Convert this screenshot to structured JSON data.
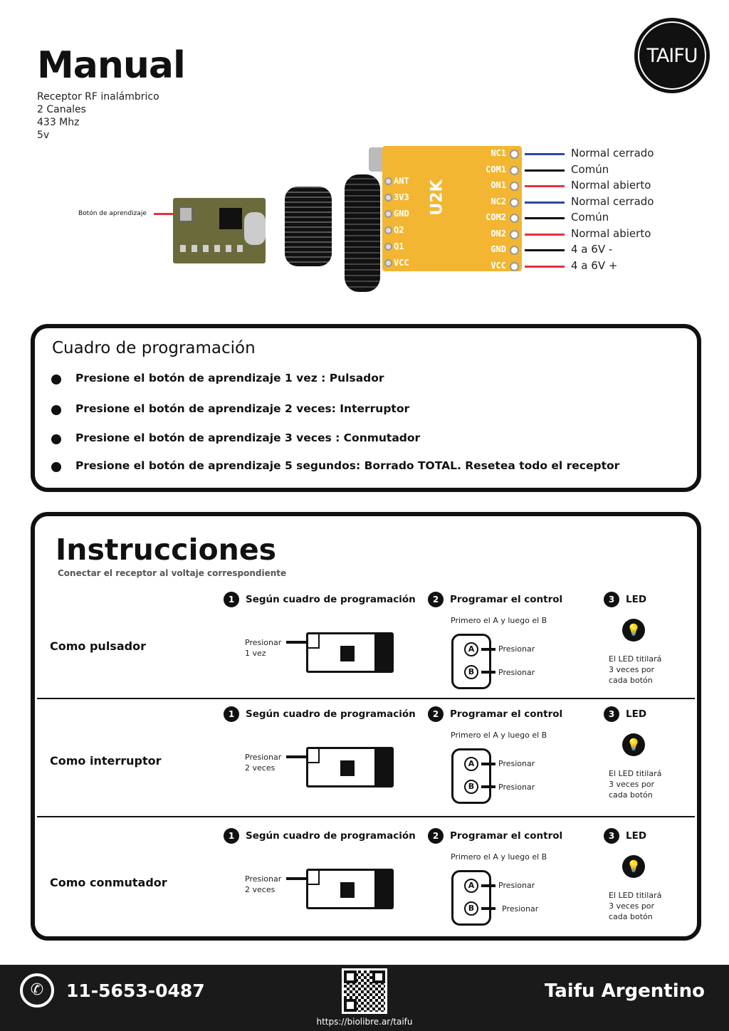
{
  "header": {
    "title": "Manual",
    "lines": [
      "Receptor RF inalámbrico",
      "2 Canales",
      "433 Mhz",
      "5v"
    ],
    "logo": "TAIFU"
  },
  "board": {
    "learn_button_label": "Botón de aprendizaje",
    "chip_label": "U2K",
    "left_pins": [
      "ANT",
      "3V3",
      "GND",
      "Q2",
      "Q1",
      "VCC"
    ],
    "right_pins": [
      {
        "pin": "NC1",
        "label": "Normal cerrado",
        "color": "#2b4aa0"
      },
      {
        "pin": "COM1",
        "label": "Común",
        "color": "#111111"
      },
      {
        "pin": "ON1",
        "label": "Normal abierto",
        "color": "#e8323c"
      },
      {
        "pin": "NC2",
        "label": "Normal cerrado",
        "color": "#2b4aa0"
      },
      {
        "pin": "COM2",
        "label": "Común",
        "color": "#111111"
      },
      {
        "pin": "ON2",
        "label": "Normal abierto",
        "color": "#e8323c"
      },
      {
        "pin": "GND",
        "label": "4 a 6V -",
        "color": "#111111"
      },
      {
        "pin": "VCC",
        "label": "4 a 6V +",
        "color": "#e8323c"
      }
    ]
  },
  "programming": {
    "title": "Cuadro de programación",
    "items": [
      "Presione el botón de aprendizaje 1 vez : Pulsador",
      "Presione el botón de aprendizaje 2 veces: Interruptor",
      "Presione el botón de aprendizaje 3 veces : Conmutador",
      "Presione el botón de aprendizaje 5 segundos: Borrado TOTAL. Resetea todo el receptor"
    ]
  },
  "instructions": {
    "title": "Instrucciones",
    "subtitle": "Conectar el receptor al voltaje correspondiente",
    "rows": [
      {
        "mode": "Como pulsador",
        "step1": "Según cuadro de programación",
        "press": "Presionar",
        "times": "1 vez",
        "step2": "Programar el control",
        "order": "Primero el A y luego el B",
        "a": "A",
        "b": "B",
        "press_a": "Presionar",
        "press_b": "Presionar",
        "step3": "LED",
        "led_text": [
          "El LED titilará",
          "3 veces por",
          "cada botón"
        ]
      },
      {
        "mode": "Como interruptor",
        "step1": "Según cuadro de programación",
        "press": "Presionar",
        "times": "2 veces",
        "step2": "Programar el control",
        "order": "Primero el A y luego el B",
        "a": "A",
        "b": "B",
        "press_a": "Presionar",
        "press_b": "Presionar",
        "step3": "LED",
        "led_text": [
          "El LED titilará",
          "3 veces por",
          "cada botón"
        ]
      },
      {
        "mode": "Como conmutador",
        "step1": "Según cuadro de programación",
        "press": "Presionar",
        "times": "2 veces",
        "step2": "Programar el control",
        "order": "Primero el A y luego el B",
        "a": "A",
        "b": "B",
        "press_a": "Presionar",
        "press_b": "Presionar",
        "step3": "LED",
        "led_text": [
          "El LED titilará",
          "3 veces por",
          "cada botón"
        ]
      }
    ],
    "nums": [
      "1",
      "2",
      "3"
    ]
  },
  "footer": {
    "phone": "11-5653-0487",
    "url": "https://biolibre.ar/taifu",
    "brand": "Taifu Argentino"
  }
}
